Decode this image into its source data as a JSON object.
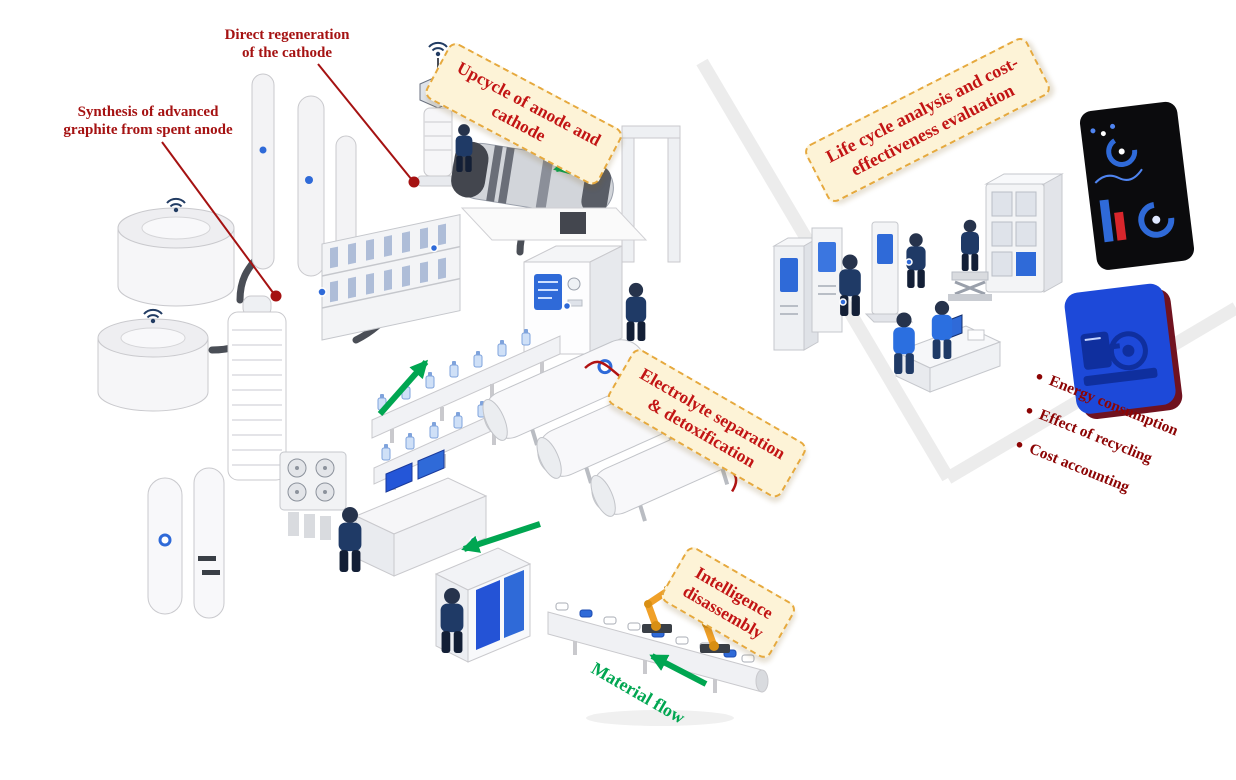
{
  "figure": {
    "callouts": {
      "direct_regeneration": {
        "line1": "Direct regeneration",
        "line2": "of the cathode"
      },
      "synthesis": {
        "line1": "Synthesis of advanced",
        "line2": "graphite from spent anode"
      },
      "upcycle": {
        "line1": "Upcycle of anode and",
        "line2": "cathode"
      },
      "life_cycle": {
        "line1": "Life cycle analysis and cost-",
        "line2": "effectiveness evaluation"
      },
      "electrolyte": {
        "line1": "Electrolyte separation",
        "line2": "& detoxification"
      },
      "intelligence": {
        "line1": "Intelligence",
        "line2": "disassembly"
      },
      "material_flow": {
        "label": "Material flow"
      }
    },
    "evaluation_bullets": [
      {
        "label": "Energy consumption"
      },
      {
        "label": "Effect of recycling"
      },
      {
        "label": "Cost accounting"
      }
    ],
    "bullet_glyph": "●",
    "colors": {
      "annotation_red": "#a51212",
      "highlight_text_red": "#c21414",
      "highlight_bg": "#fdf3d7",
      "highlight_border": "#e6a93e",
      "bullet_red": "#8c0404",
      "flow_green": "#00a651",
      "accent_blue": "#2f6ad8",
      "robot_orange": "#f0a028",
      "dashboard_black": "#0b0b0d",
      "machine_card_blue": "#1d49d9"
    }
  }
}
